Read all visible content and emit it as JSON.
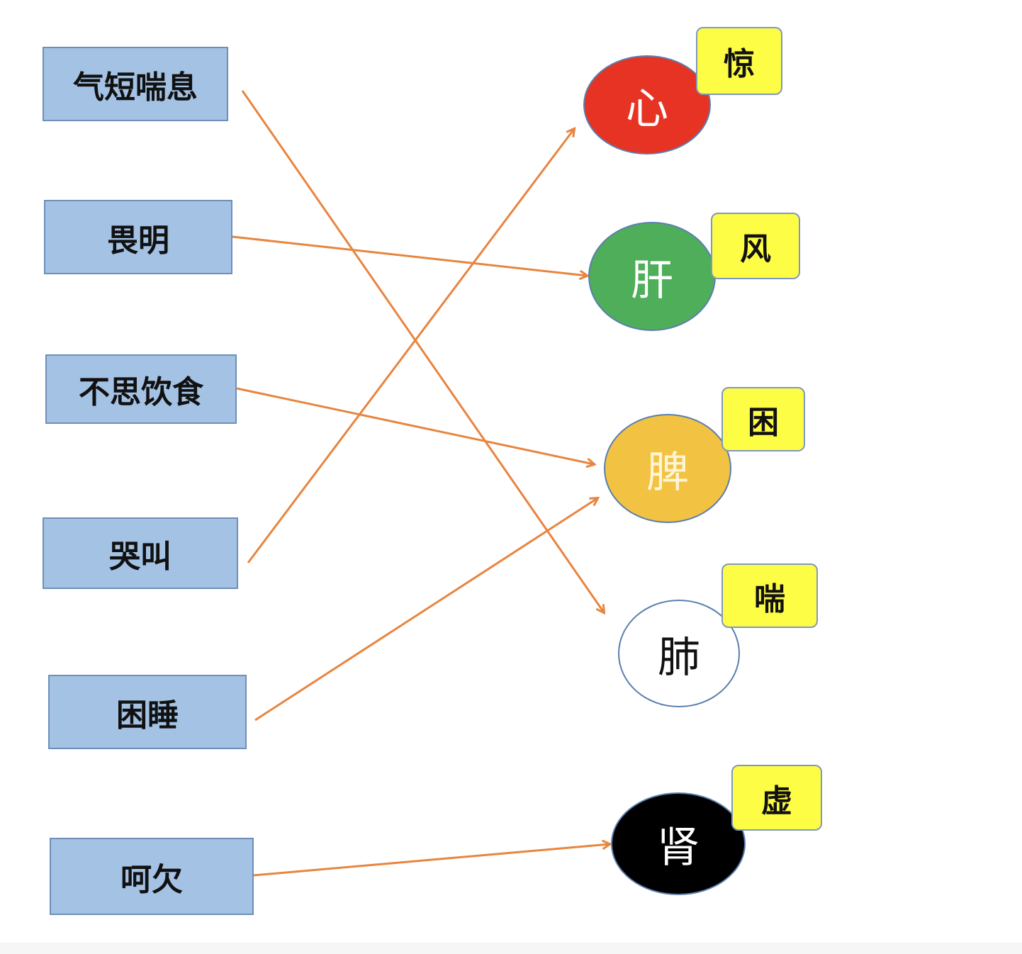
{
  "symptoms": [
    {
      "label": "气短喘息"
    },
    {
      "label": "畏明"
    },
    {
      "label": "不思饮食"
    },
    {
      "label": "哭叫"
    },
    {
      "label": "困睡"
    },
    {
      "label": "呵欠"
    }
  ],
  "organs": [
    {
      "label": "心",
      "tag": "惊",
      "fill": "#e63323",
      "text_color": "#ffffff"
    },
    {
      "label": "肝",
      "tag": "风",
      "fill": "#4fae59",
      "text_color": "#ffffff"
    },
    {
      "label": "脾",
      "tag": "困",
      "fill": "#f2c243",
      "text_color": "#fff5d6"
    },
    {
      "label": "肺",
      "tag": "喘",
      "fill": "#ffffff",
      "text_color": "#111111"
    },
    {
      "label": "肾",
      "tag": "虚",
      "fill": "#000000",
      "text_color": "#ffffff"
    }
  ],
  "connections": [
    {
      "from": "气短喘息",
      "to": "肺"
    },
    {
      "from": "畏明",
      "to": "肝"
    },
    {
      "from": "不思饮食",
      "to": "脾"
    },
    {
      "from": "哭叫",
      "to": "心"
    },
    {
      "from": "困睡",
      "to": "脾"
    },
    {
      "from": "呵欠",
      "to": "肾"
    }
  ],
  "colors": {
    "symptom_box": "#a4c2e4",
    "tag_box": "#fdfd46",
    "arrow": "#e8853f"
  }
}
